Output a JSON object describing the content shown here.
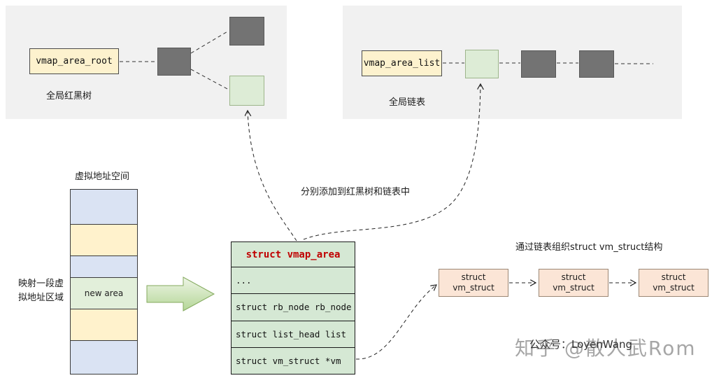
{
  "colors": {
    "panel_bg": "#f1f1f1",
    "yellow_box": "#fdf2ce",
    "dark_node": "#737373",
    "green_node": "#ddecd6",
    "segment_blue": "#dae3f3",
    "segment_yellow": "#fff2cc",
    "segment_green": "#e2efda",
    "table_green": "#d5e8d4",
    "table_header_text": "#c00000",
    "vm_box": "#fbe5d6",
    "block_arrow_green": "#bcd9a4"
  },
  "tree_panel": {
    "root_label": "vmap_area_root",
    "caption": "全局红黑树"
  },
  "list_panel": {
    "list_label": "vmap_area_list",
    "caption": "全局链表"
  },
  "memmap": {
    "title": "虚拟地址空间",
    "side_label_line1": "映射一段虚",
    "side_label_line2": "拟地址区域",
    "new_area_label": "new area"
  },
  "note": "分别添加到红黑树和链表中",
  "vmap_table": {
    "header": "struct vmap_area",
    "rows": [
      "...",
      "struct rb_node rb_node",
      "struct list_head list",
      "struct vm_struct *vm"
    ]
  },
  "vm_chain": {
    "caption": "通过链表组织struct vm_struct结构",
    "box_line1": "struct",
    "box_line2": "vm_struct"
  },
  "watermark": {
    "main": "知乎 @散人武Rom",
    "sub": "公众号：LoyenWang"
  }
}
